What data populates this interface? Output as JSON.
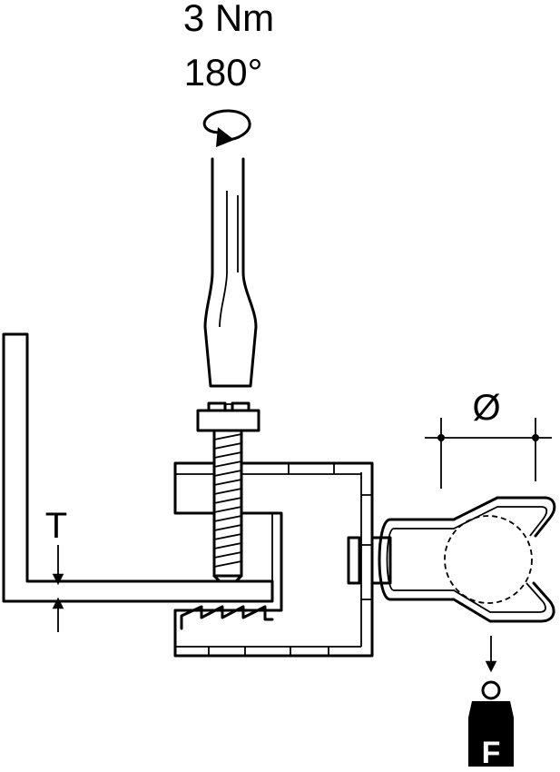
{
  "torque": {
    "value": "3 Nm",
    "angle": "180°"
  },
  "dimensions": {
    "diameter": "Ø",
    "thickness": "T"
  },
  "weight": {
    "label": "F"
  },
  "icons": [
    "rotation-arrow-icon",
    "screwdriver-icon",
    "screw-icon",
    "clamp-icon",
    "pipe-holder-icon",
    "weight-icon"
  ],
  "colors": {
    "line": "#000000",
    "background": "#ffffff"
  }
}
